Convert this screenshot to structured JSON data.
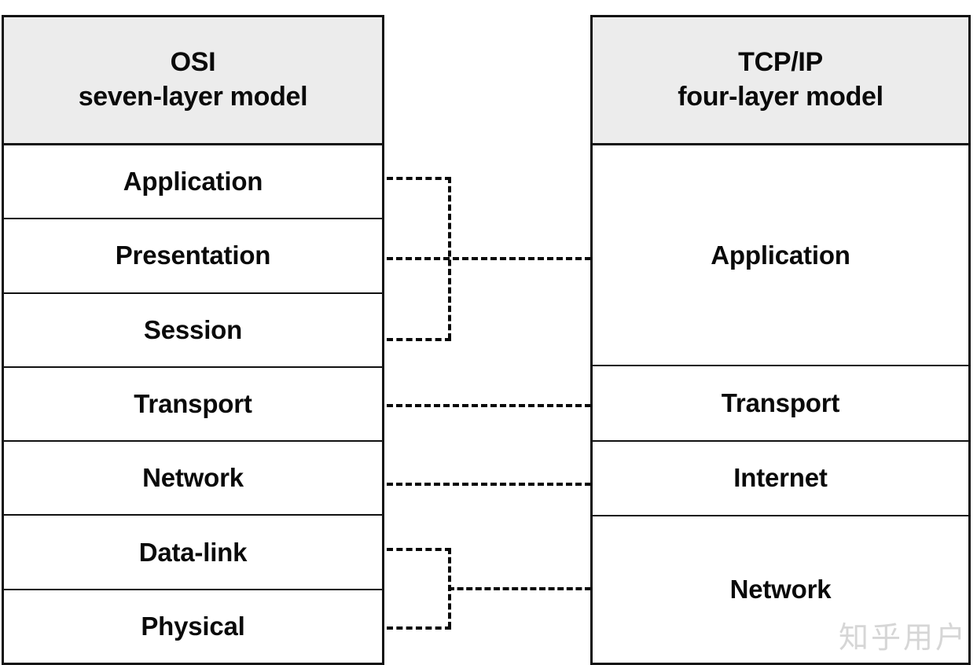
{
  "diagram": {
    "title_left": "OSI\nseven-layer model",
    "title_right": "TCP/IP\nfour-layer model",
    "accent_color": "#0a0a0a",
    "header_bg": "#ececec",
    "border_color": "#111111",
    "watermark_color": "#d6d6d6"
  },
  "osi": {
    "header_line1": "OSI",
    "header_line2": "seven-layer model",
    "layers": [
      {
        "name": "Application"
      },
      {
        "name": "Presentation"
      },
      {
        "name": "Session"
      },
      {
        "name": "Transport"
      },
      {
        "name": "Network"
      },
      {
        "name": "Data-link"
      },
      {
        "name": "Physical"
      }
    ]
  },
  "tcpip": {
    "header_line1": "TCP/IP",
    "header_line2": "four-layer model",
    "layers": [
      {
        "name": "Application",
        "spans_osi_layers": 3
      },
      {
        "name": "Transport",
        "spans_osi_layers": 1
      },
      {
        "name": "Internet",
        "spans_osi_layers": 1
      },
      {
        "name": "Network",
        "spans_osi_layers": 2
      }
    ]
  },
  "mappings": [
    {
      "osi": [
        "Application",
        "Presentation",
        "Session"
      ],
      "tcpip": "Application",
      "style": "bracket"
    },
    {
      "osi": [
        "Transport"
      ],
      "tcpip": "Transport",
      "style": "direct"
    },
    {
      "osi": [
        "Network"
      ],
      "tcpip": "Internet",
      "style": "direct"
    },
    {
      "osi": [
        "Data-link",
        "Physical"
      ],
      "tcpip": "Network",
      "style": "bracket"
    }
  ],
  "watermark": {
    "text": "知乎用户"
  }
}
